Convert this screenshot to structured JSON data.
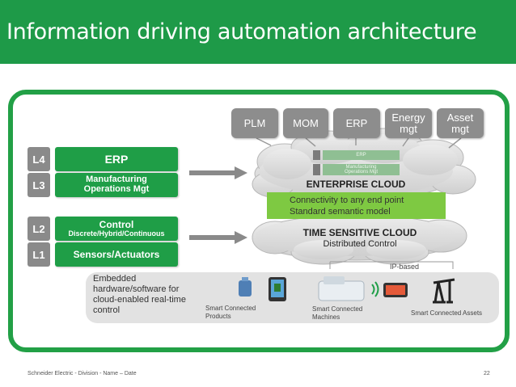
{
  "title": "Information driving automation architecture",
  "levels": [
    {
      "id": "L4",
      "lines": [
        "ERP"
      ]
    },
    {
      "id": "L3",
      "lines": [
        "Manufacturing",
        "Operations Mgt"
      ]
    },
    {
      "id": "L2",
      "lines": [
        "Control",
        "Discrete/Hybrid/Continuous"
      ]
    },
    {
      "id": "L1",
      "lines": [
        "Sensors/Actuators"
      ]
    }
  ],
  "systems": [
    {
      "lines": [
        "PLM"
      ]
    },
    {
      "lines": [
        "MOM"
      ]
    },
    {
      "lines": [
        "ERP"
      ]
    },
    {
      "lines": [
        "Energy",
        "mgt"
      ]
    },
    {
      "lines": [
        "Asset",
        "mgt"
      ]
    }
  ],
  "enterprise_cloud": {
    "label": "ENTERPRISE CLOUD",
    "mini_erp": "ERP",
    "mini_mom": [
      "Manufacturing",
      "Operations Mgt"
    ]
  },
  "connectivity": [
    "Connectivity to any end point",
    "Standard semantic model"
  ],
  "time_cloud": {
    "label": "TIME SENSITIVE CLOUD",
    "sublabel": "Distributed Control"
  },
  "ip_based": "IP-based",
  "embedded": {
    "lines": [
      "Embedded",
      "hardware/software for",
      "cloud-enabled real-time",
      "control"
    ],
    "products": [
      "Smart Connected",
      "Products"
    ],
    "machines": [
      "Smart Connected",
      "Machines"
    ],
    "assets": "Smart Connected Assets"
  },
  "footer": {
    "left": "Schneider Electric - Division - Name – Date",
    "page": "22"
  },
  "colors": {
    "brand_green": "#1e9a48",
    "box_green": "#1f9e47",
    "band_green": "#7ec942",
    "cloud_gray": "#dcdcdc",
    "system_gray": "#8d8d8d"
  }
}
